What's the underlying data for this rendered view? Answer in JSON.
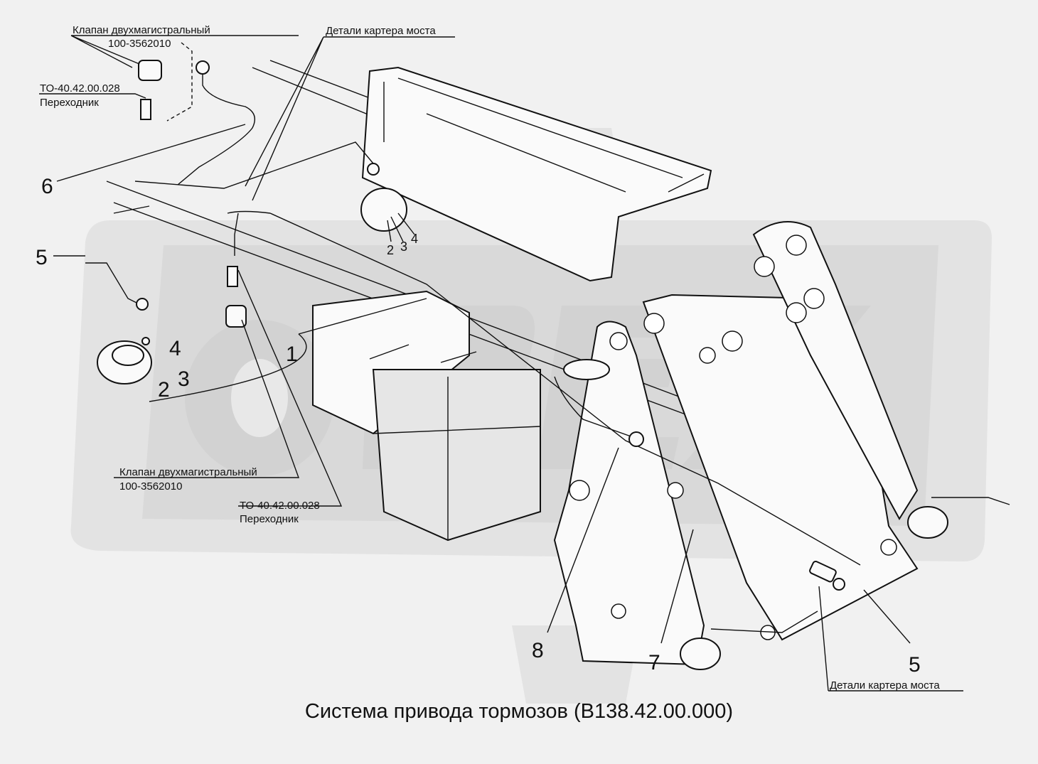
{
  "title": "Система привода тормозов (В138.42.00.000)",
  "callouts": {
    "valve_top": {
      "name": "Клапан двухмагистральный",
      "code": "100-3562010"
    },
    "adapter_top": {
      "code": "ТО-40.42.00.028",
      "name": "Переходник"
    },
    "axle_top": {
      "name": "Детали картера моста"
    },
    "valve_bottom": {
      "name": "Клапан двухмагистральный",
      "code": "100-3562010"
    },
    "adapter_bottom": {
      "code": "ТО-40.42.00.028",
      "name": "Переходник"
    },
    "axle_bottom": {
      "name": "Детали картера моста"
    }
  },
  "positions": {
    "p1": "1",
    "p2_top": "2",
    "p3_top": "3",
    "p4_top": "4",
    "p2_left": "2",
    "p3_left": "3",
    "p4_left": "4",
    "p5_left": "5",
    "p5_right": "5",
    "p6": "6",
    "p7": "7",
    "p8": "8"
  },
  "watermark": {
    "text": "ОРЕХ",
    "color": "#d2d2d2"
  },
  "colors": {
    "line": "#111111",
    "background": "#f1f1f1"
  }
}
